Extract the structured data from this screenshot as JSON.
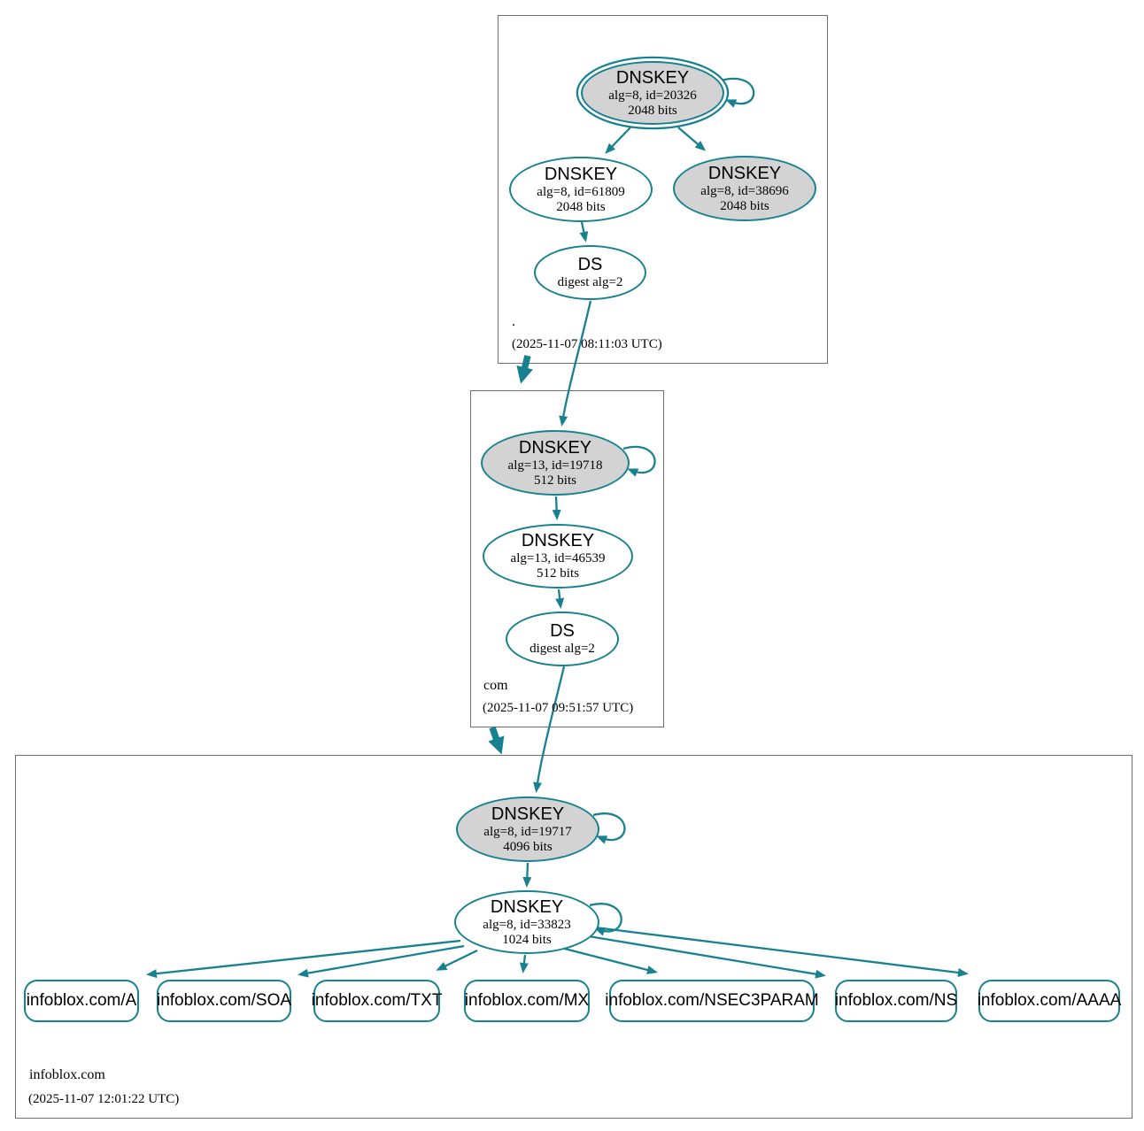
{
  "theme": {
    "accent": "#17818f",
    "ksk_fill": "#d3d3d3",
    "node_fill": "#ffffff",
    "box_border": "#6f6f6f",
    "text": "#000000"
  },
  "zones": [
    {
      "name": ".",
      "timestamp": "(2025-11-07 08:11:03 UTC)",
      "nodes": {
        "ksk": {
          "title": "DNSKEY",
          "line1": "alg=8, id=20326",
          "line2": "2048 bits"
        },
        "zsk": {
          "title": "DNSKEY",
          "line1": "alg=8, id=61809",
          "line2": "2048 bits"
        },
        "ksk2": {
          "title": "DNSKEY",
          "line1": "alg=8, id=38696",
          "line2": "2048 bits"
        },
        "ds": {
          "title": "DS",
          "line1": "digest alg=2"
        }
      }
    },
    {
      "name": "com",
      "timestamp": "(2025-11-07 09:51:57 UTC)",
      "nodes": {
        "ksk": {
          "title": "DNSKEY",
          "line1": "alg=13, id=19718",
          "line2": "512 bits"
        },
        "zsk": {
          "title": "DNSKEY",
          "line1": "alg=13, id=46539",
          "line2": "512 bits"
        },
        "ds": {
          "title": "DS",
          "line1": "digest alg=2"
        }
      }
    },
    {
      "name": "infoblox.com",
      "timestamp": "(2025-11-07 12:01:22 UTC)",
      "nodes": {
        "ksk": {
          "title": "DNSKEY",
          "line1": "alg=8, id=19717",
          "line2": "4096 bits"
        },
        "zsk": {
          "title": "DNSKEY",
          "line1": "alg=8, id=33823",
          "line2": "1024 bits"
        }
      },
      "rrsets": [
        {
          "label": "infoblox.com/A"
        },
        {
          "label": "infoblox.com/SOA"
        },
        {
          "label": "infoblox.com/TXT"
        },
        {
          "label": "infoblox.com/MX"
        },
        {
          "label": "infoblox.com/NSEC3PARAM"
        },
        {
          "label": "infoblox.com/NS"
        },
        {
          "label": "infoblox.com/AAAA"
        }
      ]
    }
  ]
}
